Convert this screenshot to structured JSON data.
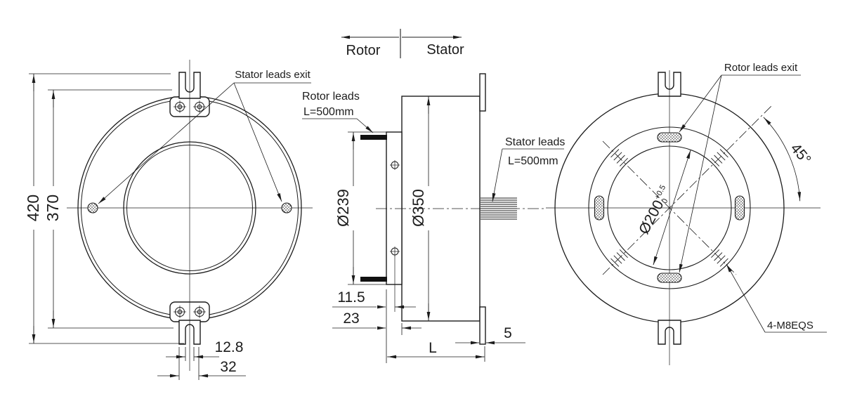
{
  "header": {
    "rotor": "Rotor",
    "stator": "Stator"
  },
  "front_view": {
    "stator_leads_exit": "Stator leads exit",
    "dim_height_outer": "420",
    "dim_height_inner": "370",
    "dim_slot_width": "12.8",
    "dim_tab_width": "32"
  },
  "side_view": {
    "rotor_leads_line1": "Rotor leads",
    "rotor_leads_line2": "L=500mm",
    "stator_leads_line1": "Stator leads",
    "stator_leads_line2": "L=500mm",
    "dim_rotor_dia": "Ø239",
    "dim_stator_dia": "Ø350",
    "dim_lead_offset": "11.5",
    "dim_hub_depth": "23",
    "dim_length": "L",
    "dim_flange_thickness": "5"
  },
  "back_view": {
    "rotor_leads_exit": "Rotor leads exit",
    "dim_angle": "45°",
    "dim_bore": "Ø200",
    "bore_tol_upper": "+0.5",
    "bore_tol_lower": "0",
    "bolt_spec": "4-M8EQS"
  },
  "colors": {
    "line": "#1c1c1c",
    "background": "#ffffff"
  }
}
